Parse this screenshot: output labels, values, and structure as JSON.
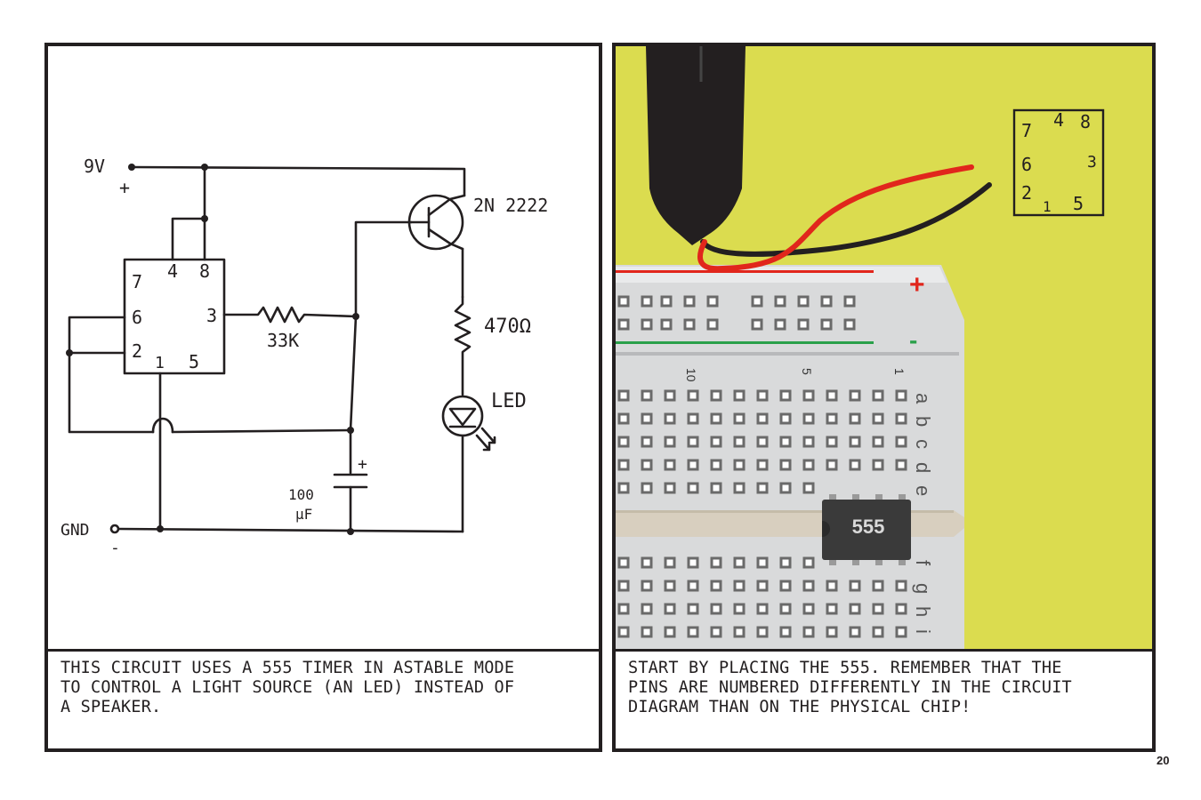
{
  "left_panel": {
    "caption": "THIS CIRCUIT USES A 555 TIMER IN ASTABLE MODE\nTO CONTROL A LIGHT SOURCE (AN LED) INSTEAD OF\nA SPEAKER.",
    "schematic": {
      "supply_label": "9V",
      "supply_sign": "+",
      "ground_label": "GND",
      "ground_sign": "-",
      "transistor_label": "2N 2222",
      "resistor_1_label": "33K",
      "resistor_2_label": "470Ω",
      "led_label": "LED",
      "capacitor_value": "100",
      "capacitor_unit": "µF",
      "capacitor_sign": "+",
      "chip_pins": [
        "7",
        "4",
        "8",
        "6",
        "3",
        "2",
        "1",
        "5"
      ]
    }
  },
  "right_panel": {
    "caption": "START BY PLACING THE 555. REMEMBER THAT THE\nPINS ARE NUMBERED DIFFERENTLY IN THE CIRCUIT\nDIAGRAM THAN ON THE PHYSICAL CHIP!",
    "chip_label": "555",
    "rail_plus": "+",
    "rail_minus": "-",
    "column_numbers": [
      "10",
      "5",
      "1"
    ],
    "row_letters_top": [
      "a",
      "b",
      "c",
      "d",
      "e"
    ],
    "row_letters_bottom": [
      "f",
      "g",
      "h",
      "i"
    ],
    "pinout_pins": [
      "7",
      "4",
      "8",
      "6",
      "3",
      "2",
      "1",
      "5"
    ]
  },
  "page_number": "20",
  "colors": {
    "background_yellow": "#dbdc4f",
    "wire_red": "#e1261c",
    "wire_black": "#231f20",
    "rail_red": "#e1261c",
    "rail_green": "#2aa04a",
    "chip": "#3a3a3a"
  }
}
